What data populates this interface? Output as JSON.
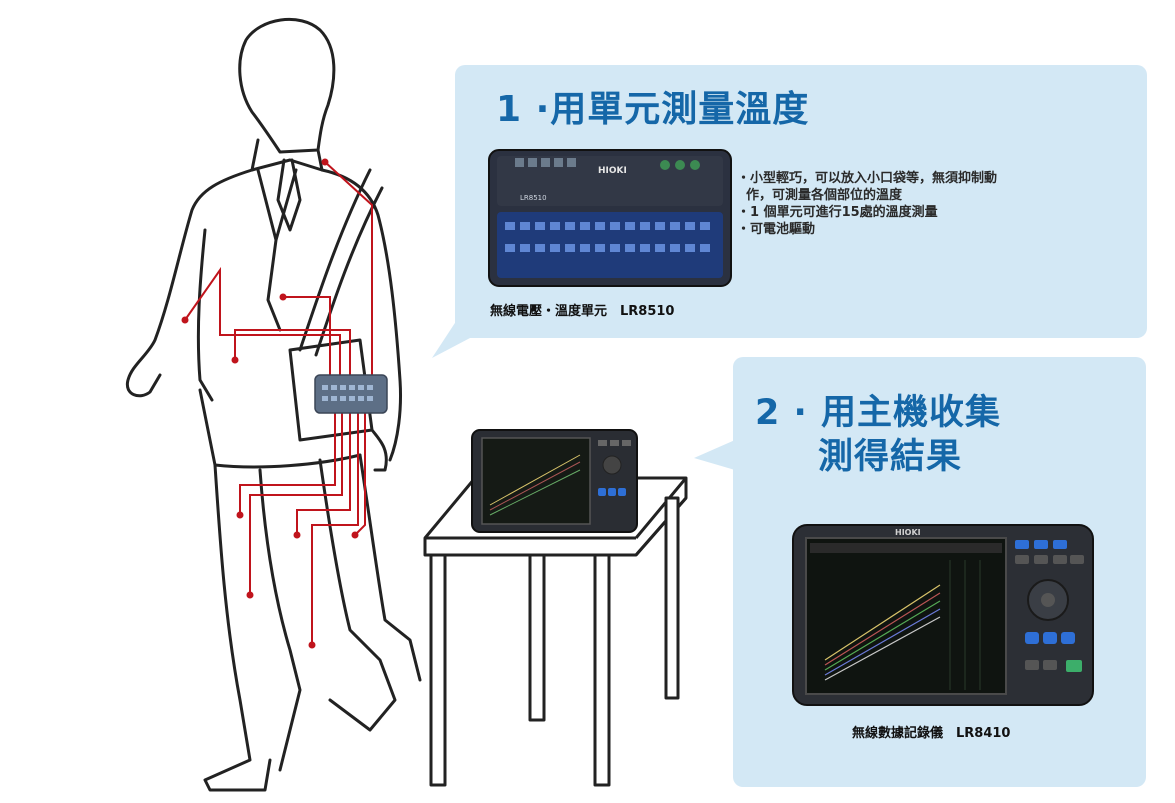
{
  "section1": {
    "heading": "1 ·用單元測量溫度",
    "bullets": [
      "・小型輕巧，可以放入小口袋等，無須抑制動",
      "  作，可測量各個部位的溫度",
      "・1 個單元可進行15處的溫度測量",
      "・可電池驅動"
    ],
    "product_caption": "無線電壓・溫度單元　LR8510",
    "device_brand": "HIOKI",
    "device_model_label": "LR8510"
  },
  "section2": {
    "heading_line1": "2 · 用主機收集",
    "heading_line2": "測得結果",
    "product_caption": "無線數據記錄儀　LR8410",
    "device_brand": "HIOKI"
  },
  "colors": {
    "bubble": "#d3e8f5",
    "heading": "#1567a8",
    "wire": "#c0141c",
    "outline": "#222222"
  },
  "icons": [
    "person-outline-icon",
    "table-icon",
    "data-logger-icon",
    "wireless-unit-icon"
  ]
}
